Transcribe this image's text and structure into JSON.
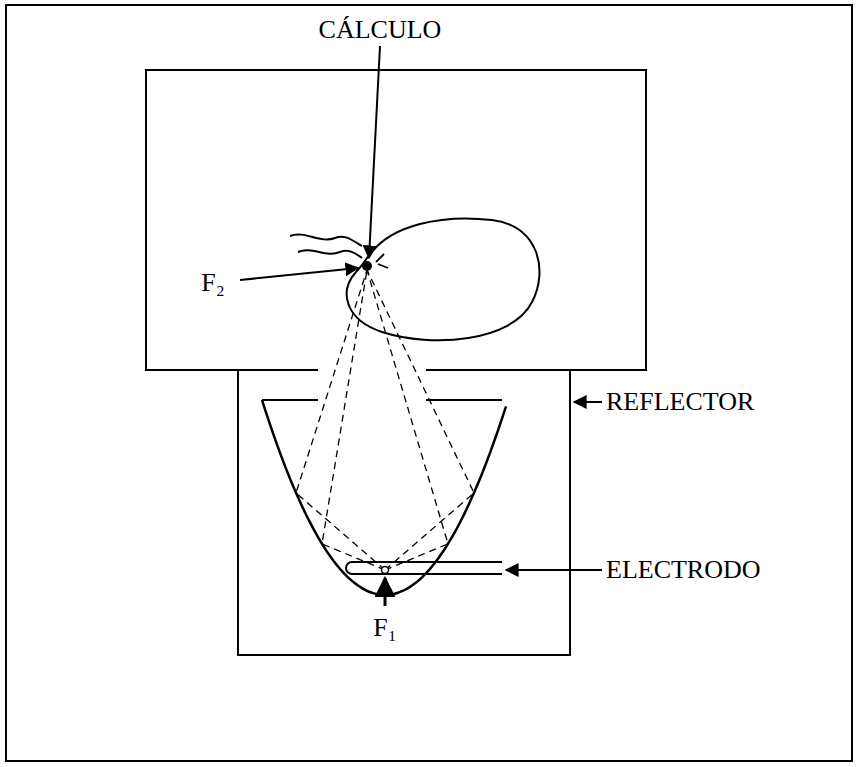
{
  "diagram": {
    "labels": [
      "CÁLCULO",
      "F₂",
      "REFLECTOR",
      "ELECTRODO",
      "F₁"
    ]
  }
}
